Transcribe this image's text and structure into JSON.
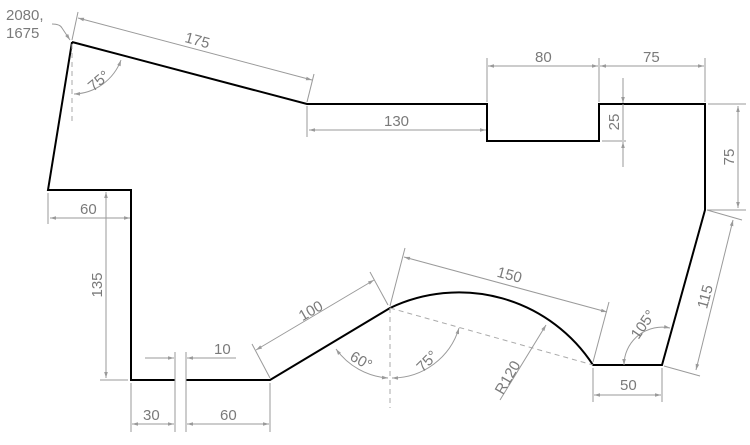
{
  "drawing": {
    "title": "Profile drawing with dimensions",
    "colors": {
      "outline": "#000000",
      "dimension": "#9a9a9a",
      "text": "#7a7a7a"
    },
    "origin_label": {
      "line1": "2080,",
      "line2": "1675"
    },
    "dimensions": {
      "top_slope": "175",
      "top_angle": "75°",
      "flat_top": "130",
      "notch_width": "80",
      "notch_depth": "25",
      "top_right": "75",
      "right_vertical": "75",
      "right_slant": "115",
      "inner_angle_right": "105°",
      "bottom_right": "50",
      "arc_chord": "150",
      "arc_radius": "R120",
      "arc_angle": "75°",
      "slope_angle": "60°",
      "slope_length": "100",
      "left_step": "60",
      "left_height": "135",
      "gap": "10",
      "bottom_left": "30",
      "bottom_mid": "60"
    }
  }
}
